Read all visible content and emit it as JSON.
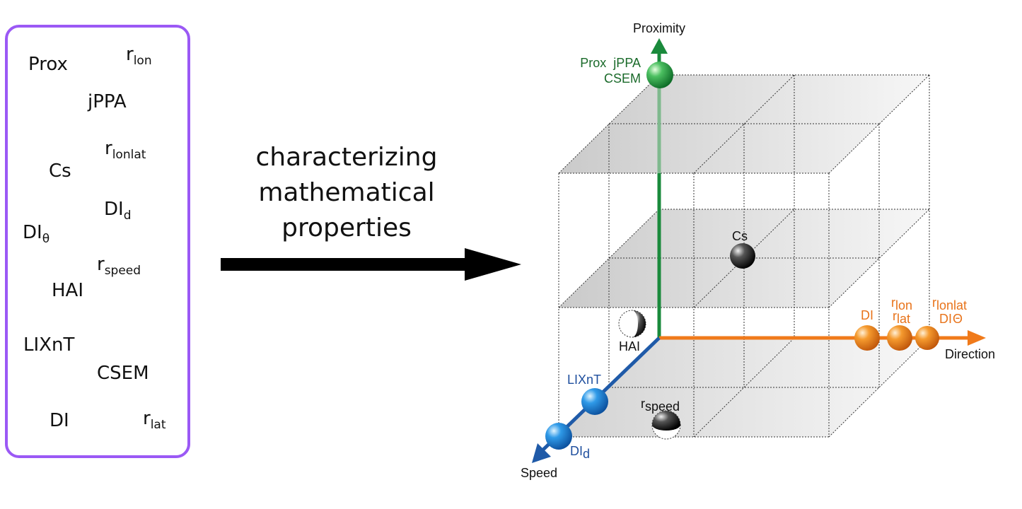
{
  "metrics": {
    "prox": "Prox",
    "r_lon": {
      "base": "r",
      "sub": "lon"
    },
    "jppa": "jPPA",
    "r_lonlat": {
      "base": "r",
      "sub": "lonlat"
    },
    "cs": "Cs",
    "di_d": {
      "base": "DI",
      "sub": "d"
    },
    "di_theta": {
      "base": "DI",
      "sub": "θ"
    },
    "r_speed": {
      "base": "r",
      "sub": "speed"
    },
    "hai": "HAI",
    "lixnt": "LIXnT",
    "csem": "CSEM",
    "di": "DI",
    "r_lat": {
      "base": "r",
      "sub": "lat"
    }
  },
  "caption": {
    "line1": "characterizing",
    "line2": "mathematical",
    "line3": "properties"
  },
  "axes": {
    "proximity": "Proximity",
    "direction": "Direction",
    "speed": "Speed"
  },
  "points": {
    "prox_jppa": "Prox  jPPA",
    "csem": "CSEM",
    "cs": "Cs",
    "hai": "HAI",
    "r_speed": {
      "base": "r",
      "sub": "speed"
    },
    "lixnt": "LIXnT",
    "di_d": {
      "base": "DI",
      "sub": "d"
    },
    "di": "DI",
    "r_lon": {
      "base": "r",
      "sub": "lon"
    },
    "r_lat": {
      "base": "r",
      "sub": "lat"
    },
    "r_lonlat": {
      "base": "r",
      "sub": "lonlat"
    },
    "di_theta": {
      "base": "DI",
      "sub": "Θ"
    }
  },
  "colors": {
    "box_border": "#9b59f5",
    "proximity": "#1a8a3c",
    "direction": "#f07a1a",
    "speed": "#1f5aa8",
    "proximity_text": "#1a6a2a",
    "direction_text": "#e8731a",
    "speed_text": "#1f4f9e"
  }
}
